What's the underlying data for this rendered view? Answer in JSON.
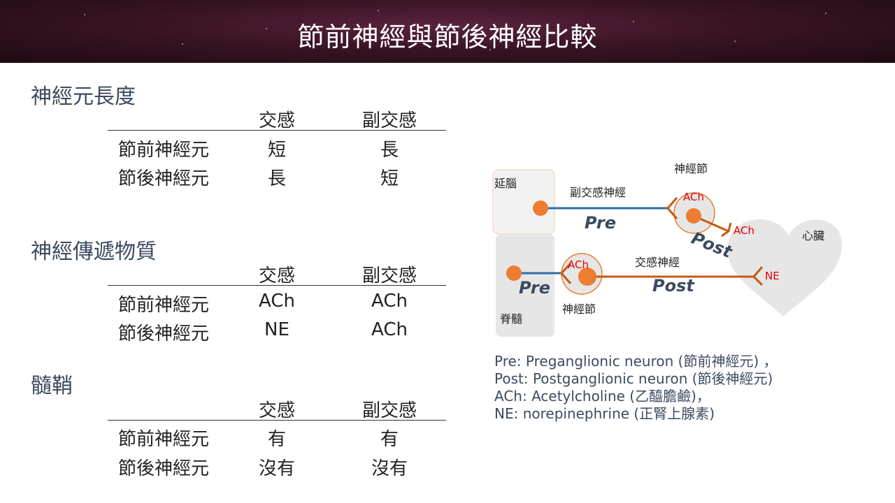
{
  "title": "節前神經與節後神經比較",
  "sections": [
    {
      "heading": "神經元長度",
      "columns": [
        "交感",
        "副交感"
      ],
      "rows": [
        {
          "label": "節前神經元",
          "sympathetic": "短",
          "parasympathetic": "長"
        },
        {
          "label": "節後神經元",
          "sympathetic": "長",
          "parasympathetic": "短"
        }
      ]
    },
    {
      "heading": "神經傳遞物質",
      "columns": [
        "交感",
        "副交感"
      ],
      "rows": [
        {
          "label": "節前神經元",
          "sympathetic": "ACh",
          "parasympathetic": "ACh"
        },
        {
          "label": "節後神經元",
          "sympathetic": "NE",
          "parasympathetic": "ACh"
        }
      ]
    },
    {
      "heading": "髓鞘",
      "columns": [
        "交感",
        "副交感"
      ],
      "rows": [
        {
          "label": "節前神經元",
          "sympathetic": "有",
          "parasympathetic": "有"
        },
        {
          "label": "節後神經元",
          "sympathetic": "沒有",
          "parasympathetic": "沒有"
        }
      ]
    }
  ],
  "diagram": {
    "medulla": "延腦",
    "spinal_cord": "脊髓",
    "heart": "心臟",
    "ganglion_top": "神經節",
    "ganglion_bottom": "神經節",
    "para_nerve": "副交感神經",
    "sym_nerve": "交感神經",
    "pre_top": "Pre",
    "post_top": "Post",
    "pre_bottom": "Pre",
    "post_bottom": "Post",
    "ach_ganglion_top": "ACh",
    "ach_heart": "ACh",
    "ach_ganglion_bottom": "ACh",
    "ne_heart": "NE",
    "colors": {
      "pre": "#2e6ea6",
      "post": "#c55a11",
      "node": "#ed7d31",
      "transmitter": "#e00000",
      "organ": "#e6e6e6"
    }
  },
  "legend": [
    "Pre: Preganglionic neuron (節前神經元) ，",
    "Post: Postganglionic neuron (節後神經元)",
    "ACh: Acetylcholine (乙醯膽鹼)，",
    "NE: norepinephrine (正腎上腺素)"
  ]
}
